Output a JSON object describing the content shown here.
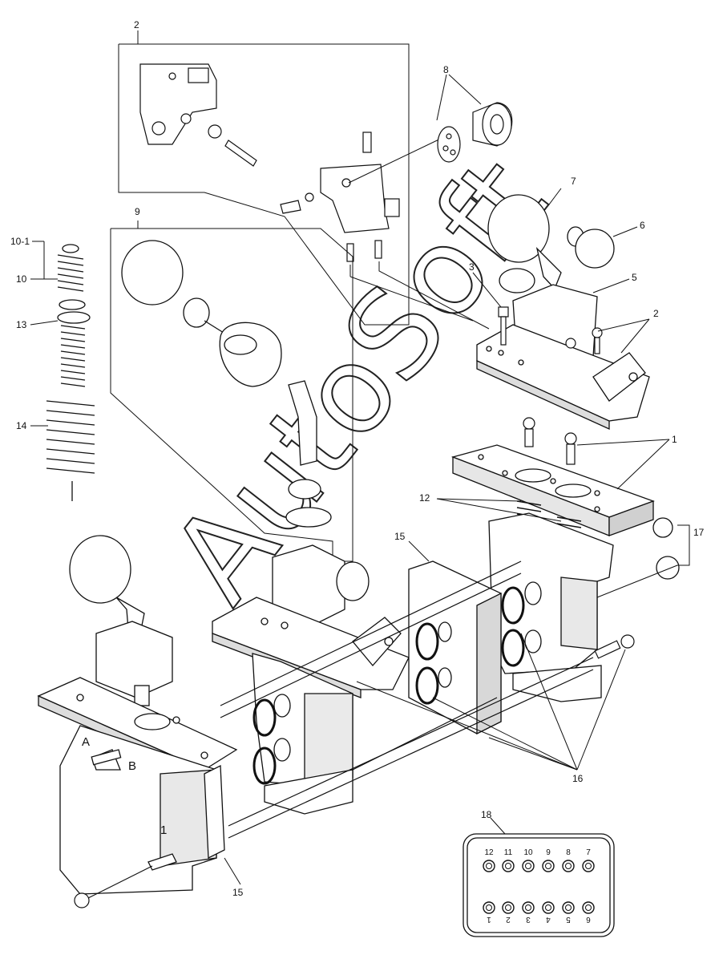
{
  "callouts": {
    "c1": "1",
    "c2_top": "2",
    "c2_right": "2",
    "c3": "3",
    "c5": "5",
    "c6": "6",
    "c7": "7",
    "c8": "8",
    "c9": "9",
    "c10_1": "10-1",
    "c10": "10",
    "c12": "12",
    "c13": "13",
    "c14": "14",
    "c15_top": "15",
    "c15_bottom": "15",
    "c16": "16",
    "c17": "17",
    "c18": "18"
  },
  "ports": {
    "a": "A",
    "b": "B",
    "one": "1"
  },
  "connector_pins": {
    "top": [
      "12",
      "11",
      "10",
      "9",
      "8",
      "7"
    ],
    "bottom": [
      "1",
      "2",
      "3",
      "4",
      "5",
      "6"
    ]
  },
  "watermark": "AutoSoft",
  "colors": {
    "line": "#111111",
    "fill": "#ffffff",
    "shade": "#d0d0d0"
  }
}
